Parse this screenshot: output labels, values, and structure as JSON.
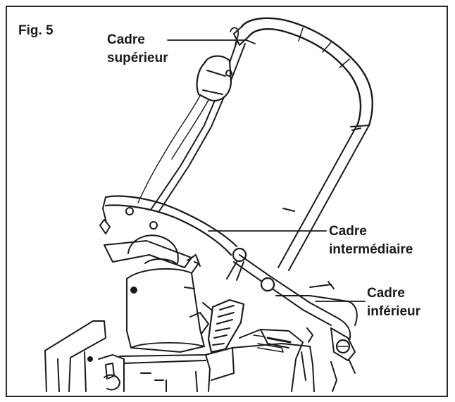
{
  "figure": {
    "label": "Fig. 5"
  },
  "callouts": {
    "upper": {
      "line1": "Cadre",
      "line2": "supérieur"
    },
    "middle": {
      "line1": "Cadre",
      "line2": "intermédiaire"
    },
    "lower": {
      "line1": "Cadre",
      "line2": "inférieur"
    }
  },
  "colors": {
    "ink": "#1a1a1a",
    "frame": "#2a2a2a",
    "paper": "#ffffff"
  }
}
